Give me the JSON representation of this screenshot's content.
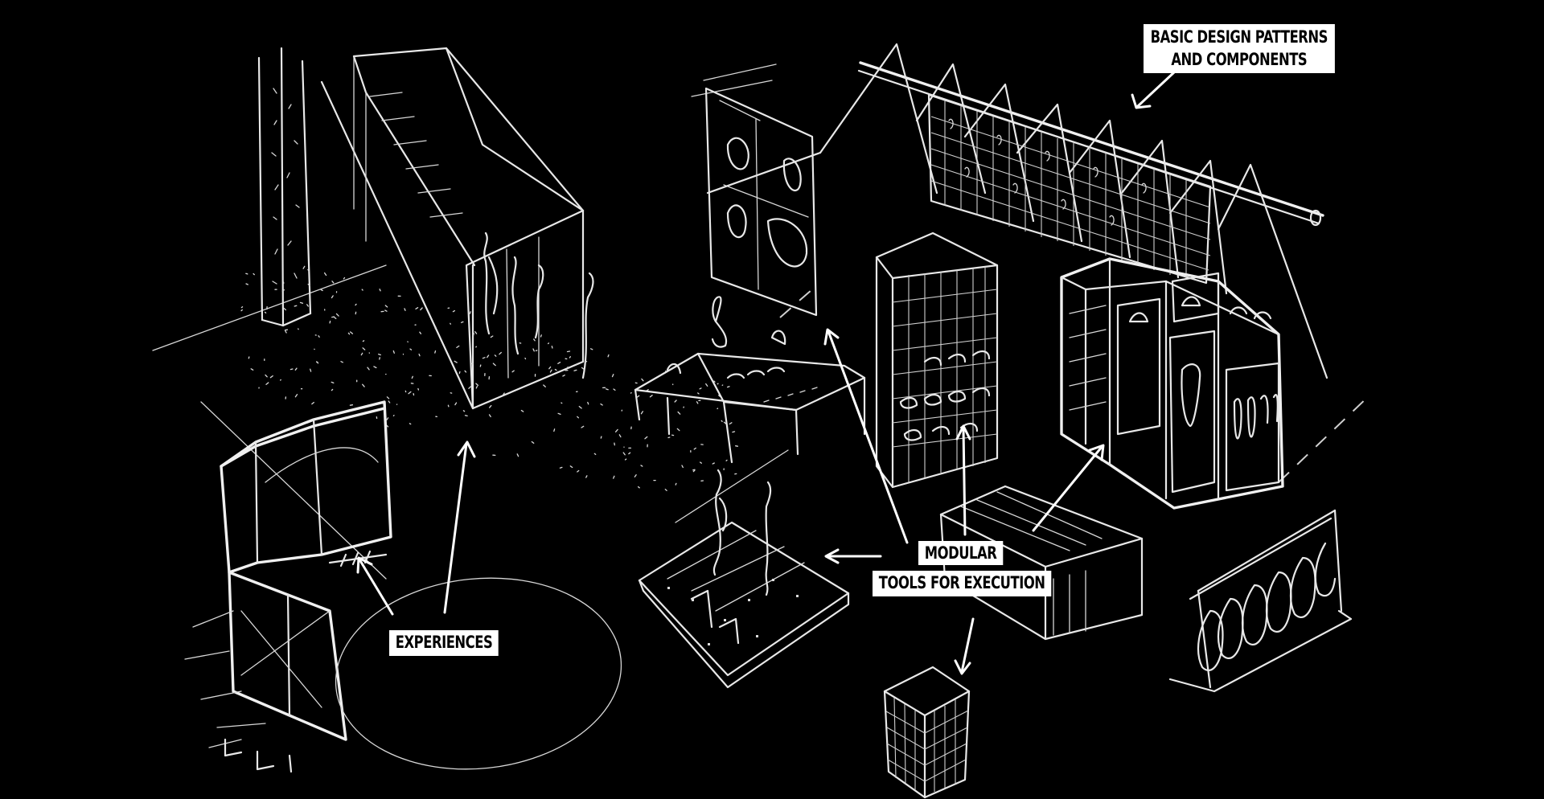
{
  "labels": {
    "basic_design": {
      "line1": "BASIC DESIGN PATTERNS",
      "line2": "AND COMPONENTS"
    },
    "modular": "MODULAR",
    "tools": "TOOLS FOR EXECUTION",
    "experiences": "EXPERIENCES"
  },
  "colors": {
    "background": "#000000",
    "sketch_line": "#e8e8e8",
    "label_background": "#ffffff",
    "label_text": "#000000"
  }
}
